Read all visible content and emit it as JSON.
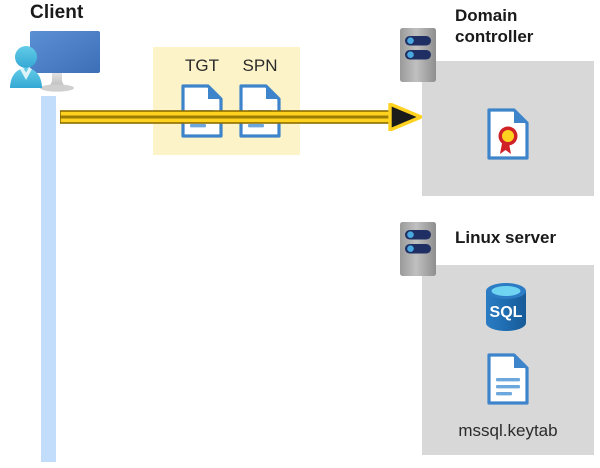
{
  "diagram": {
    "type": "kerberos-authentication-flow",
    "client": {
      "title": "Client",
      "icon": "user-with-monitor-icon",
      "lifeline_color": "#c2dcfb"
    },
    "token_panel": {
      "highlight_color": "#fdf3c8",
      "tokens": [
        {
          "label": "TGT",
          "icon": "document-icon"
        },
        {
          "label": "SPN",
          "icon": "document-icon"
        }
      ]
    },
    "flow": {
      "direction": "client-to-domain-controller",
      "arrow_color": "#ffd21f",
      "arrow_outline": "#8a6d00"
    },
    "domain_controller": {
      "title": "Domain controller",
      "server_icon": "server-rack-icon",
      "panel_color": "#d8d8d8",
      "contents": [
        {
          "icon": "certificate-document-icon",
          "label": ""
        }
      ]
    },
    "linux_server": {
      "title": "Linux server",
      "server_icon": "server-rack-icon",
      "panel_color": "#d8d8d8",
      "contents": [
        {
          "icon": "sql-database-icon",
          "label": "SQL"
        },
        {
          "icon": "document-icon",
          "label": "mssql.keytab"
        }
      ],
      "keytab_filename": "mssql.keytab",
      "sql_label": "SQL"
    },
    "colors": {
      "accent_yellow": "#ffd21f",
      "highlight_yellow": "#fdf3c8",
      "panel_gray": "#d8d8d8",
      "doc_blue": "#3e84cb",
      "lifeline_blue": "#c2dcfb",
      "sql_blue": "#1f6cb0",
      "seal_red": "#d02127",
      "seal_gold": "#ffd21f"
    }
  }
}
